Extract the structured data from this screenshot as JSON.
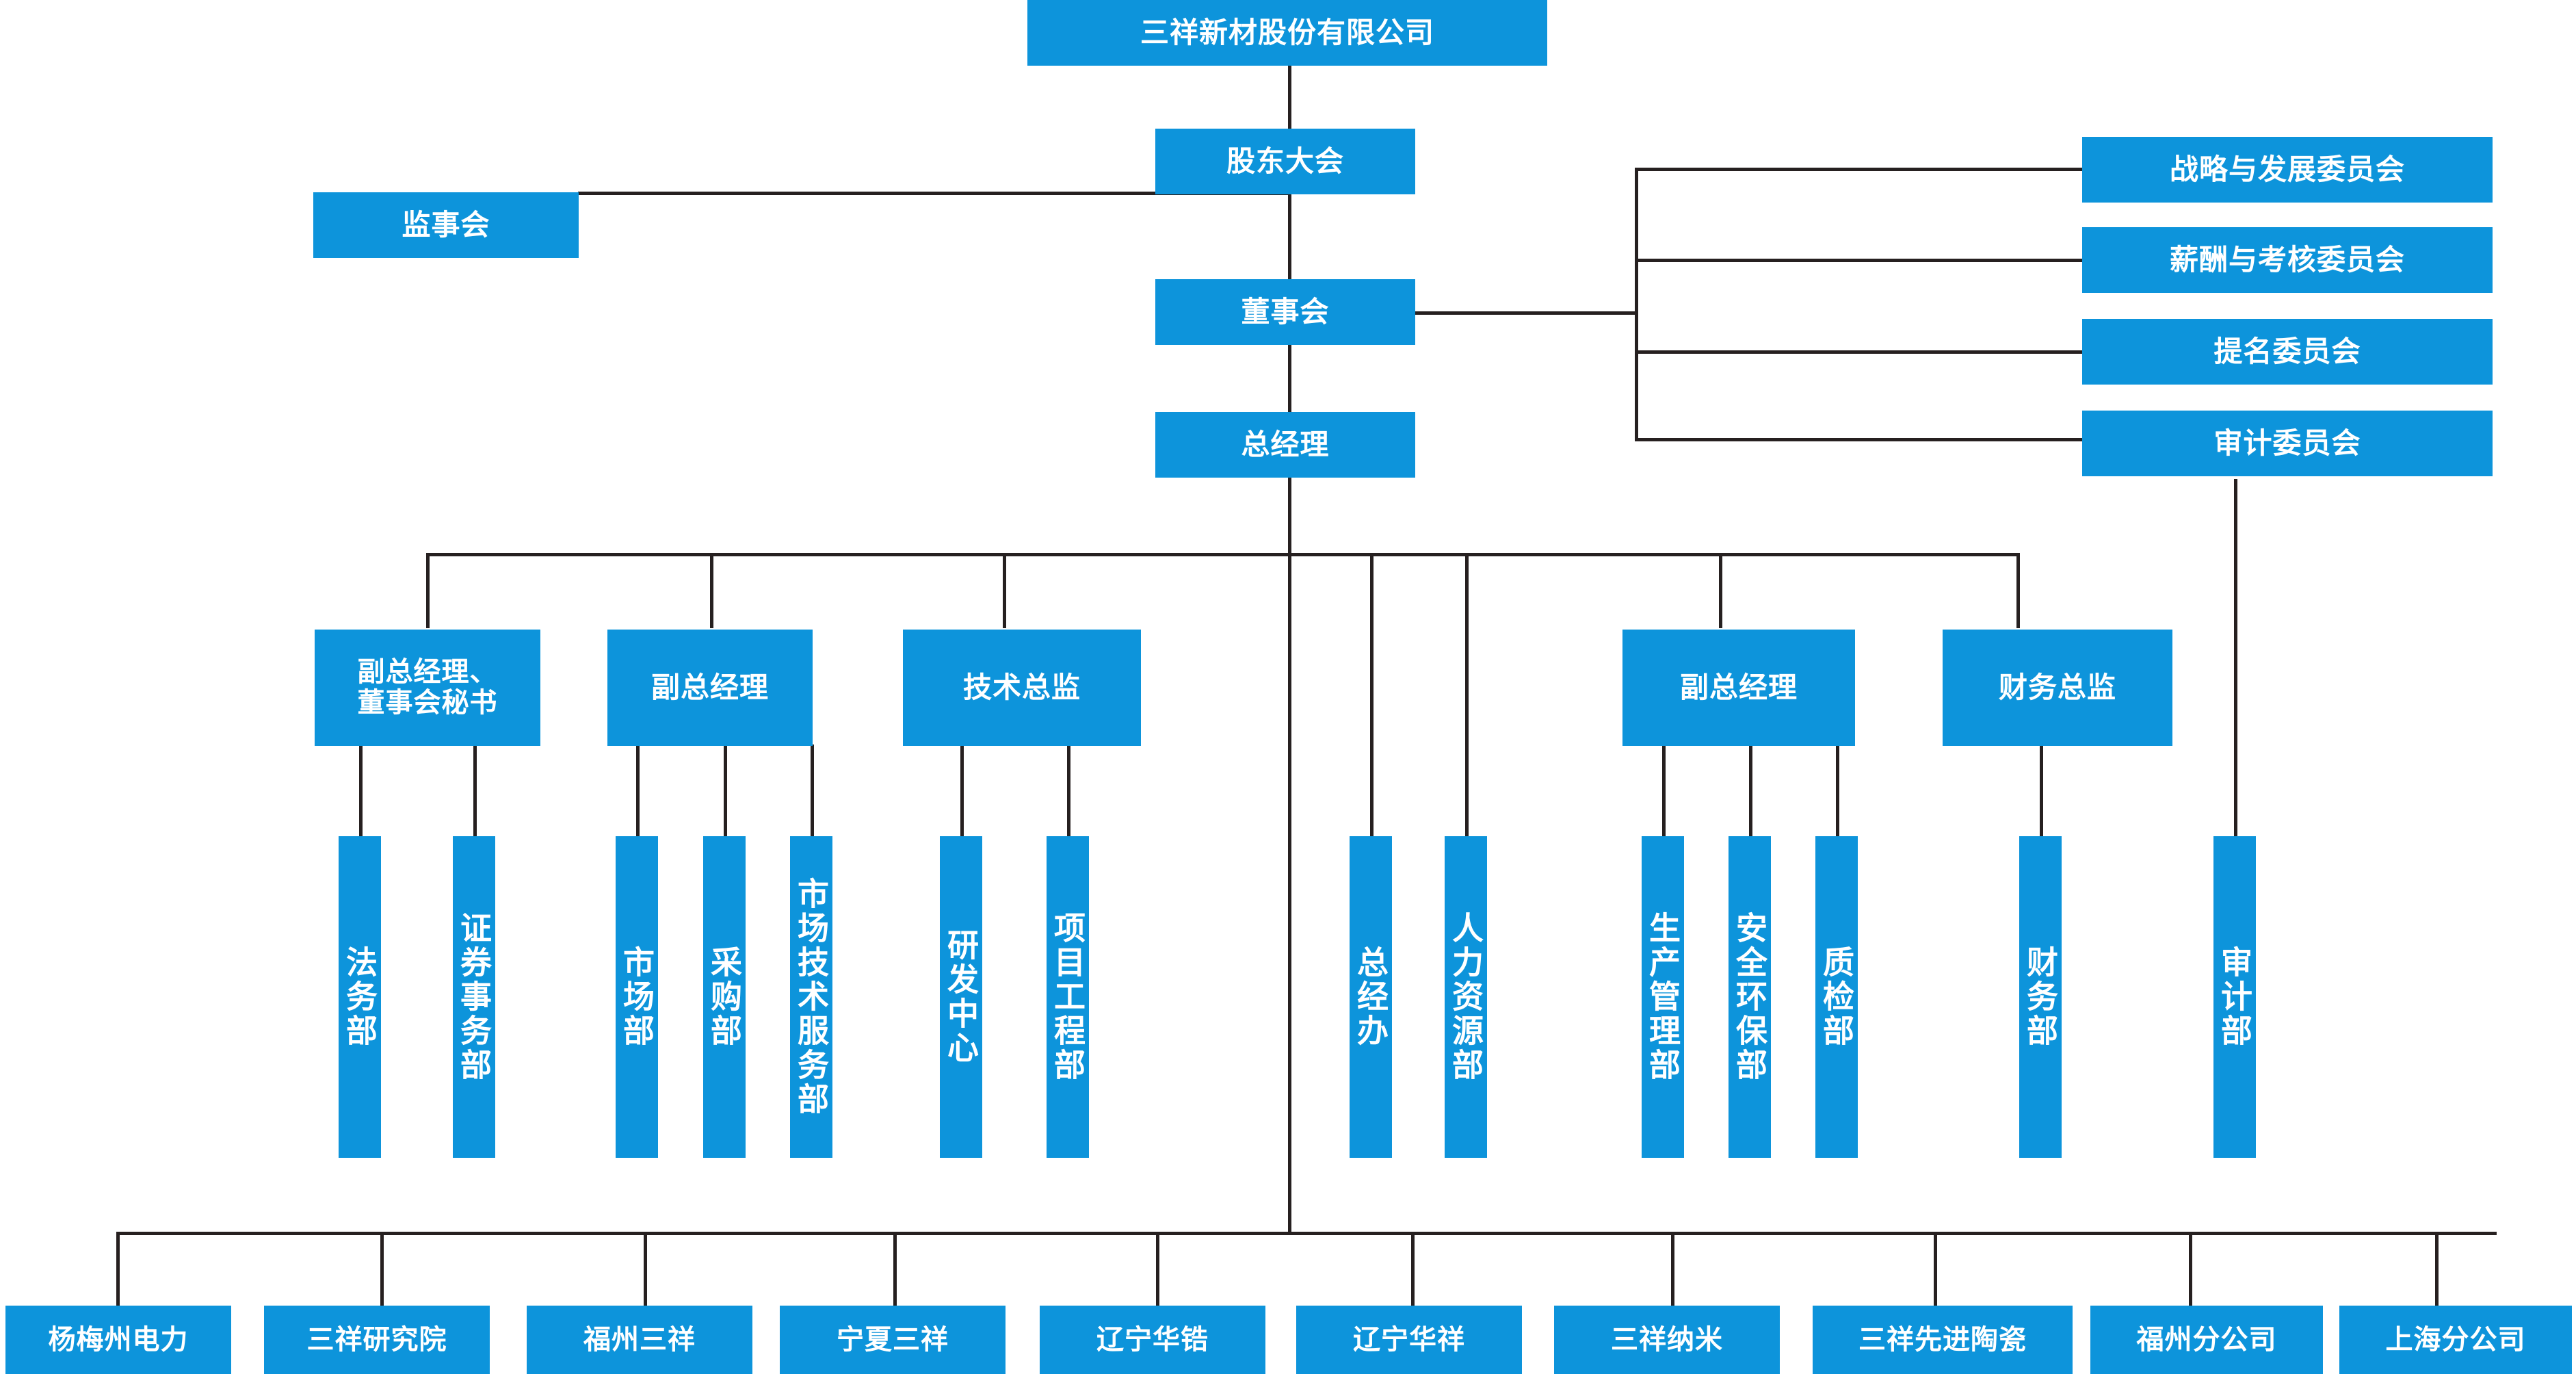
{
  "meta": {
    "diagram_title": "三祥新材股份有限公司 组织结构图",
    "accent_color": "#0d94db",
    "line_color": "#262020",
    "background_color": "#ffffff"
  },
  "nodes": {
    "company": "三祥新材股份有限公司",
    "shareholders_meeting": "股东大会",
    "supervisory_board": "监事会",
    "board_of_directors": "董事会",
    "general_manager": "总经理"
  },
  "committees": [
    {
      "label": "战略与发展委员会"
    },
    {
      "label": "薪酬与考核委员会"
    },
    {
      "label": "提名委员会"
    },
    {
      "label": "审计委员会"
    }
  ],
  "executives": [
    {
      "label": "副总经理、\n董事会秘书"
    },
    {
      "label": "副总经理"
    },
    {
      "label": "技术总监"
    },
    {
      "label": "副总经理"
    },
    {
      "label": "财务总监"
    }
  ],
  "departments": [
    {
      "label": "法务部"
    },
    {
      "label": "证券事务部"
    },
    {
      "label": "市场部"
    },
    {
      "label": "采购部"
    },
    {
      "label": "市场技术服务部"
    },
    {
      "label": "研发中心"
    },
    {
      "label": "项目工程部"
    },
    {
      "label": "总经办"
    },
    {
      "label": "人力资源部"
    },
    {
      "label": "生产管理部"
    },
    {
      "label": "安全环保部"
    },
    {
      "label": "质检部"
    },
    {
      "label": "财务部"
    },
    {
      "label": "审计部"
    }
  ],
  "subsidiaries": [
    {
      "label": "杨梅州电力"
    },
    {
      "label": "三祥研究院"
    },
    {
      "label": "福州三祥"
    },
    {
      "label": "宁夏三祥"
    },
    {
      "label": "辽宁华锆"
    },
    {
      "label": "辽宁华祥"
    },
    {
      "label": "三祥纳米"
    },
    {
      "label": "三祥先进陶瓷"
    },
    {
      "label": "福州分公司"
    },
    {
      "label": "上海分公司"
    }
  ]
}
